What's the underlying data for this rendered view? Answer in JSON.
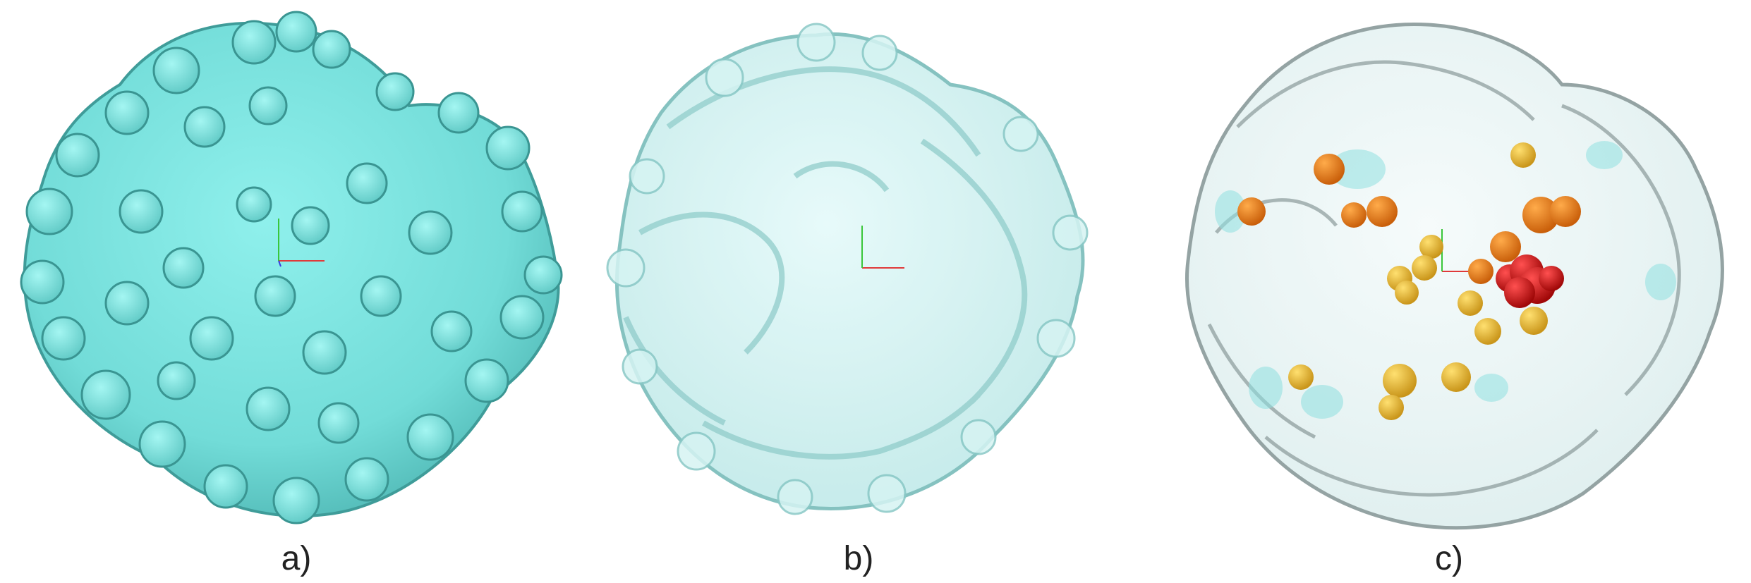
{
  "panels": [
    {
      "label": "a)",
      "style": "opaque",
      "surface_color": "#7fe6e2"
    },
    {
      "label": "b)",
      "style": "transparent",
      "surface_color": "#bdeeee"
    },
    {
      "label": "c)",
      "style": "transparent-with-cavities",
      "surface_color": "#dff2f2"
    }
  ],
  "colors": {
    "axis_x": "#e03a3a",
    "axis_y": "#3ac63a",
    "axis_z": "#3a3ae0",
    "cavity_red": "#e01010",
    "cavity_orange": "#f07a10",
    "cavity_yellow": "#f2c020"
  }
}
